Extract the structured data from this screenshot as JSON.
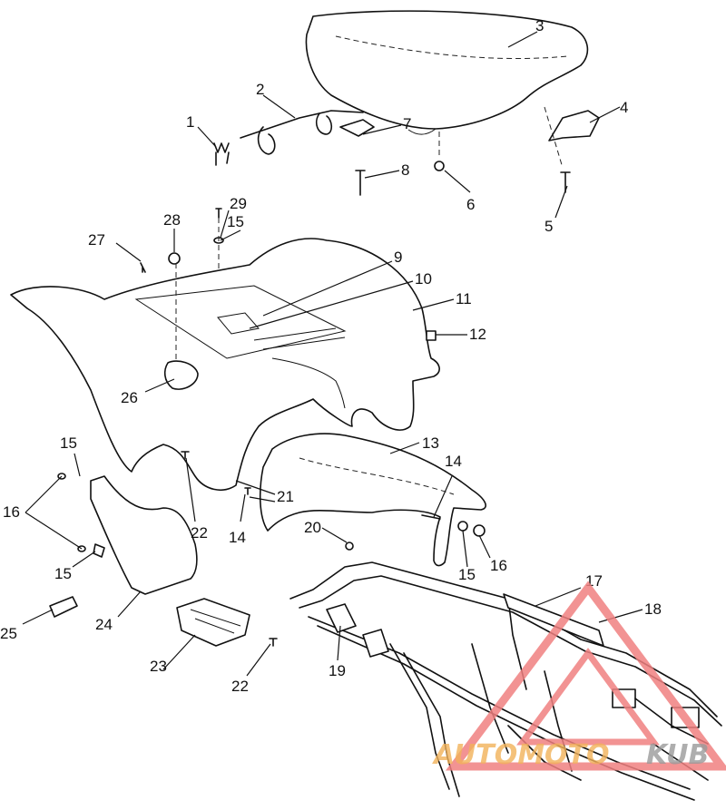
{
  "callouts": [
    {
      "id": "1",
      "text": "1"
    },
    {
      "id": "2",
      "text": "2"
    },
    {
      "id": "3",
      "text": "3"
    },
    {
      "id": "4",
      "text": "4"
    },
    {
      "id": "5",
      "text": "5"
    },
    {
      "id": "6",
      "text": "6"
    },
    {
      "id": "7",
      "text": "7"
    },
    {
      "id": "8",
      "text": "8"
    },
    {
      "id": "9",
      "text": "9"
    },
    {
      "id": "10",
      "text": "10"
    },
    {
      "id": "11",
      "text": "11"
    },
    {
      "id": "12",
      "text": "12"
    },
    {
      "id": "13",
      "text": "13"
    },
    {
      "id": "14a",
      "text": "14"
    },
    {
      "id": "14b",
      "text": "14"
    },
    {
      "id": "15a",
      "text": "15"
    },
    {
      "id": "15b",
      "text": "15"
    },
    {
      "id": "15c",
      "text": "15"
    },
    {
      "id": "15d",
      "text": "15"
    },
    {
      "id": "16a",
      "text": "16"
    },
    {
      "id": "16b",
      "text": "16"
    },
    {
      "id": "17",
      "text": "17"
    },
    {
      "id": "18",
      "text": "18"
    },
    {
      "id": "19",
      "text": "19"
    },
    {
      "id": "20",
      "text": "20"
    },
    {
      "id": "21",
      "text": "21"
    },
    {
      "id": "22a",
      "text": "22"
    },
    {
      "id": "22b",
      "text": "22"
    },
    {
      "id": "23",
      "text": "23"
    },
    {
      "id": "24",
      "text": "24"
    },
    {
      "id": "25",
      "text": "25"
    },
    {
      "id": "26",
      "text": "26"
    },
    {
      "id": "27",
      "text": "27"
    },
    {
      "id": "28",
      "text": "28"
    },
    {
      "id": "29",
      "text": "29"
    }
  ],
  "watermark": {
    "text_orange": "AUTOMOTO",
    "text_gray": "KUB",
    "color_triangle": "#f08080",
    "color_orange": "#f2b25a",
    "color_gray": "#9a9a9a"
  }
}
